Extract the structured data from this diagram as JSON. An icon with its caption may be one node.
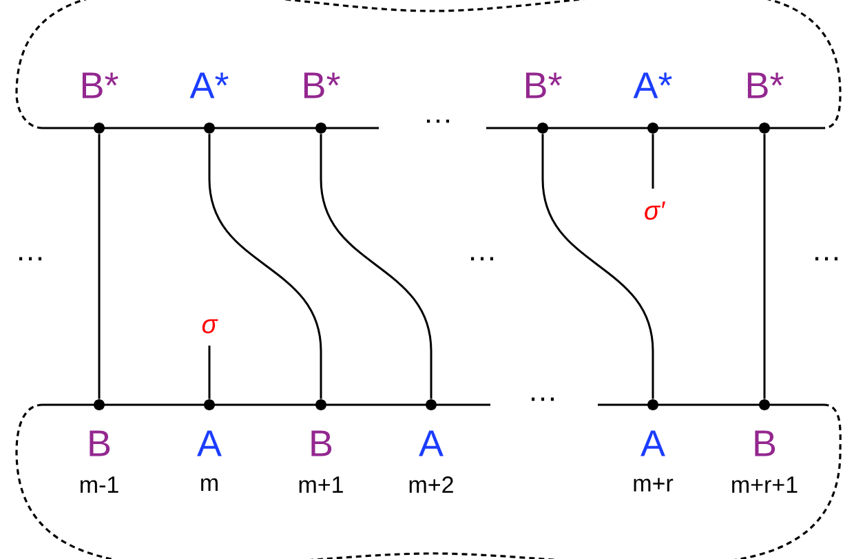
{
  "diagram": {
    "nodes": [
      {
        "text": [],
        "shape": "circle",
        "beside": [
          "B*"
        ]
      },
      {
        "text": [],
        "shape": "circle",
        "beside": [
          "A*"
        ]
      },
      {
        "text": [],
        "shape": "circle",
        "beside": [
          "B*"
        ]
      },
      {
        "text": [],
        "shape": "circle",
        "beside": [
          "B*"
        ]
      },
      {
        "text": [],
        "shape": "circle",
        "beside": [
          "A*"
        ]
      },
      {
        "text": [],
        "shape": "circle",
        "beside": [
          "B*"
        ]
      },
      {
        "text": [],
        "shape": "circle",
        "beside": [
          "B",
          "m-1"
        ]
      },
      {
        "text": [],
        "shape": "circle",
        "beside": [
          "A",
          "m"
        ]
      },
      {
        "text": [],
        "shape": "circle",
        "beside": [
          "B",
          "m+1"
        ]
      },
      {
        "text": [],
        "shape": "circle",
        "beside": [
          "A",
          "m+2"
        ]
      },
      {
        "text": [],
        "shape": "circle",
        "beside": [
          "A",
          "m+r"
        ]
      },
      {
        "text": [],
        "shape": "circle",
        "beside": [
          "B",
          "m+r+1"
        ]
      }
    ],
    "edges": [
      {
        "from": 0,
        "to": 6,
        "arrow": "none"
      },
      {
        "from": 1,
        "to": 8,
        "arrow": "none"
      },
      {
        "from": 2,
        "to": 9,
        "arrow": "none"
      },
      {
        "from": 3,
        "to": 10,
        "arrow": "none"
      },
      {
        "from": 5,
        "to": 11,
        "arrow": "none"
      },
      {
        "from": 7,
        "to": null,
        "arrow": "none",
        "label": "σ"
      },
      {
        "from": 4,
        "to": null,
        "arrow": "none",
        "label": "σ′"
      }
    ],
    "labels": [
      "…",
      "…",
      "…",
      "…",
      "…"
    ]
  }
}
